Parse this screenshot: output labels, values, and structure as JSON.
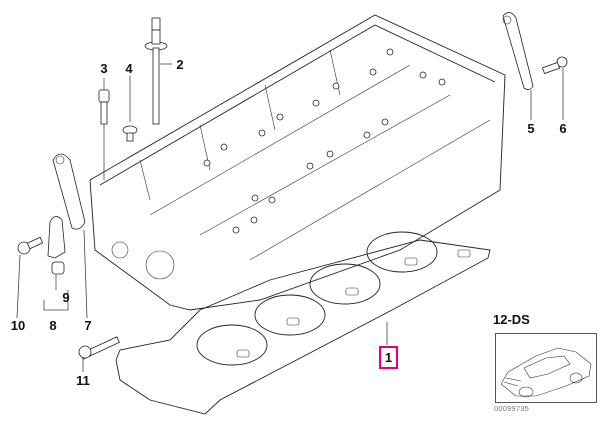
{
  "diagram": {
    "title": "Cylinder head with gasket",
    "group_label": "12-DS",
    "diagram_id": "00099735",
    "highlight_color": "#e4007f",
    "thumbnail": "car-thumbnail-icon",
    "callouts": [
      {
        "number": "1",
        "part": "cylinder-head-gasket",
        "highlighted": true
      },
      {
        "number": "2",
        "part": "cylinder-head-bolt",
        "highlighted": false
      },
      {
        "number": "3",
        "part": "socket-head-screw",
        "highlighted": false
      },
      {
        "number": "4",
        "part": "screw-plug",
        "highlighted": false
      },
      {
        "number": "5",
        "part": "lifting-eye-rear",
        "highlighted": false
      },
      {
        "number": "6",
        "part": "hex-bolt",
        "highlighted": false
      },
      {
        "number": "7",
        "part": "lifting-eye-front",
        "highlighted": false
      },
      {
        "number": "8",
        "part": "bracket-assembly",
        "highlighted": false
      },
      {
        "number": "9",
        "part": "clip",
        "highlighted": false
      },
      {
        "number": "10",
        "part": "hex-bolt-front",
        "highlighted": false
      },
      {
        "number": "11",
        "part": "dowel-screw",
        "highlighted": false
      }
    ]
  }
}
